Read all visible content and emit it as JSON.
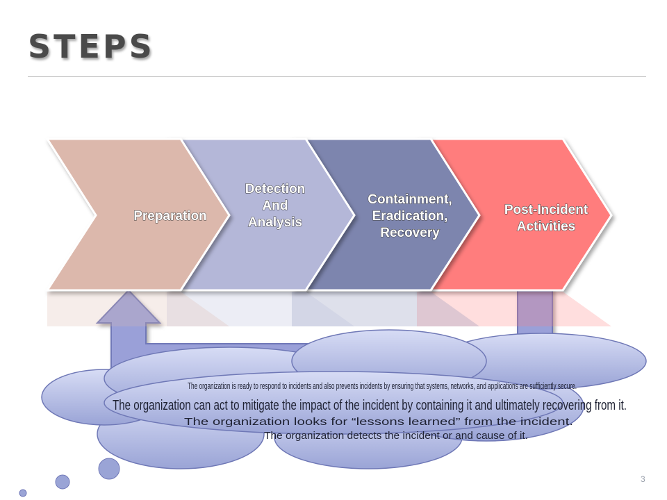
{
  "slide": {
    "title": "STEPS",
    "page_number": "3"
  },
  "steps": [
    {
      "label_lines": [
        "Preparation"
      ],
      "color": "#dcb8ac"
    },
    {
      "label_lines": [
        "Detection",
        "And",
        "Analysis"
      ],
      "color": "#b4b7d8"
    },
    {
      "label_lines": [
        "Containment,",
        "Eradication,",
        "Recovery"
      ],
      "color": "#7d85ae"
    },
    {
      "label_lines": [
        "Post-Incident",
        "Activities"
      ],
      "color": "#ff7d7d"
    }
  ],
  "callouts": [
    "The organization is ready to respond to incidents and also prevents incidents by ensuring that systems, networks, and applications are sufficiently secure.",
    "The organization can act to mitigate the impact of the incident by containing it and ultimately recovering from it.",
    "The organization looks for “lessons learned” from the incident.",
    "The organization detects the incident or and cause of it."
  ],
  "colors": {
    "label_text": "#ffffff",
    "label_outline": "#3a3a3a",
    "cloud_fill": "#b8c0e8",
    "callout_text": "#1f2233"
  }
}
